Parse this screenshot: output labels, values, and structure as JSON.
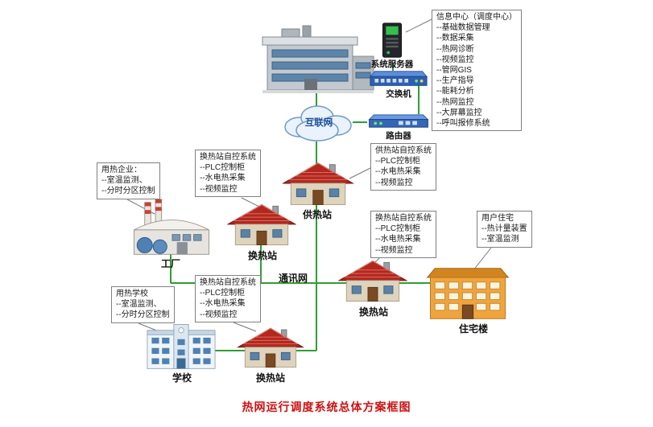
{
  "caption": "热网运行调度系统总体方案框图",
  "info_center": {
    "title": "信息中心（调度中心）",
    "items": [
      "--基础数据管理",
      "--数据采集",
      "--热网诊断",
      "--视频监控",
      "--管网GIS",
      "--生产指导",
      "--能耗分析",
      "--热网监控",
      "--大屏幕监控",
      "--呼叫报修系统"
    ]
  },
  "nodes": {
    "server": {
      "label": "系统服务器"
    },
    "switch": {
      "label": "交换机"
    },
    "router": {
      "label": "路由器"
    },
    "internet": {
      "label": "互联网"
    },
    "comm_net": {
      "label": "通讯网"
    },
    "heat_supply": {
      "label": "供热站"
    },
    "exchange1": {
      "label": "换热站"
    },
    "exchange2": {
      "label": "换热站"
    },
    "exchange3": {
      "label": "换热站"
    },
    "factory": {
      "label": "工厂"
    },
    "residential": {
      "label": "住宅楼"
    },
    "school": {
      "label": "学校"
    }
  },
  "annotations": {
    "enterprise": {
      "lines": [
        "用热企业：",
        "--室温监测、",
        "--分时分区控制"
      ]
    },
    "exchange_sys_1": {
      "lines": [
        "换热站自控系统",
        "--PLC控制柜",
        "--水电热采集",
        "--视频监控"
      ]
    },
    "supply_sys": {
      "lines": [
        "供热站自控系统",
        "--PLC控制柜",
        "--水电热采集",
        "--视频监控"
      ]
    },
    "exchange_sys_2": {
      "lines": [
        "换热站自控系统",
        "--PLC控制柜",
        "--水电热采集",
        "--视频监控"
      ]
    },
    "residence": {
      "lines": [
        "用户住宅",
        "--热计量装置",
        "--室温监测"
      ]
    },
    "school_note": {
      "lines": [
        "用热学校",
        "--室温监测、",
        "--分时分区控制"
      ]
    },
    "exchange_sys_3": {
      "lines": [
        "换热站自控系统",
        "--PLC控制柜",
        "--水电热采集",
        "--视频监控"
      ]
    }
  },
  "colors": {
    "trunk_green": "#2f9e33",
    "leader_gray": "#777777",
    "caption_red": "#cc1111",
    "internet_blue": "#1d4f9e"
  }
}
